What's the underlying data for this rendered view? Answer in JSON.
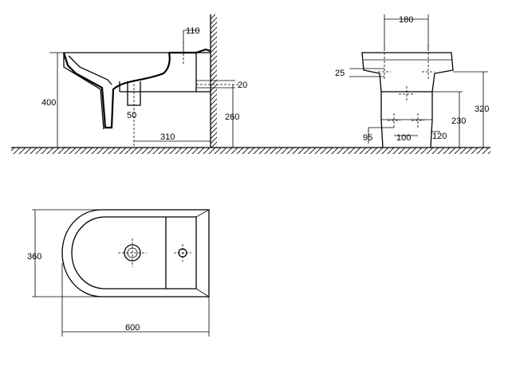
{
  "side_view": {
    "dims": {
      "d110": "110",
      "d20": "20",
      "d400": "400",
      "d50": "50",
      "d260": "260",
      "d310": "310"
    }
  },
  "front_view": {
    "dims": {
      "d180": "180",
      "d25": "25",
      "d320": "320",
      "d230": "230",
      "d95": "95",
      "d100": "100",
      "d120": "120"
    }
  },
  "top_view": {
    "dims": {
      "d360": "360",
      "d600": "600"
    }
  }
}
